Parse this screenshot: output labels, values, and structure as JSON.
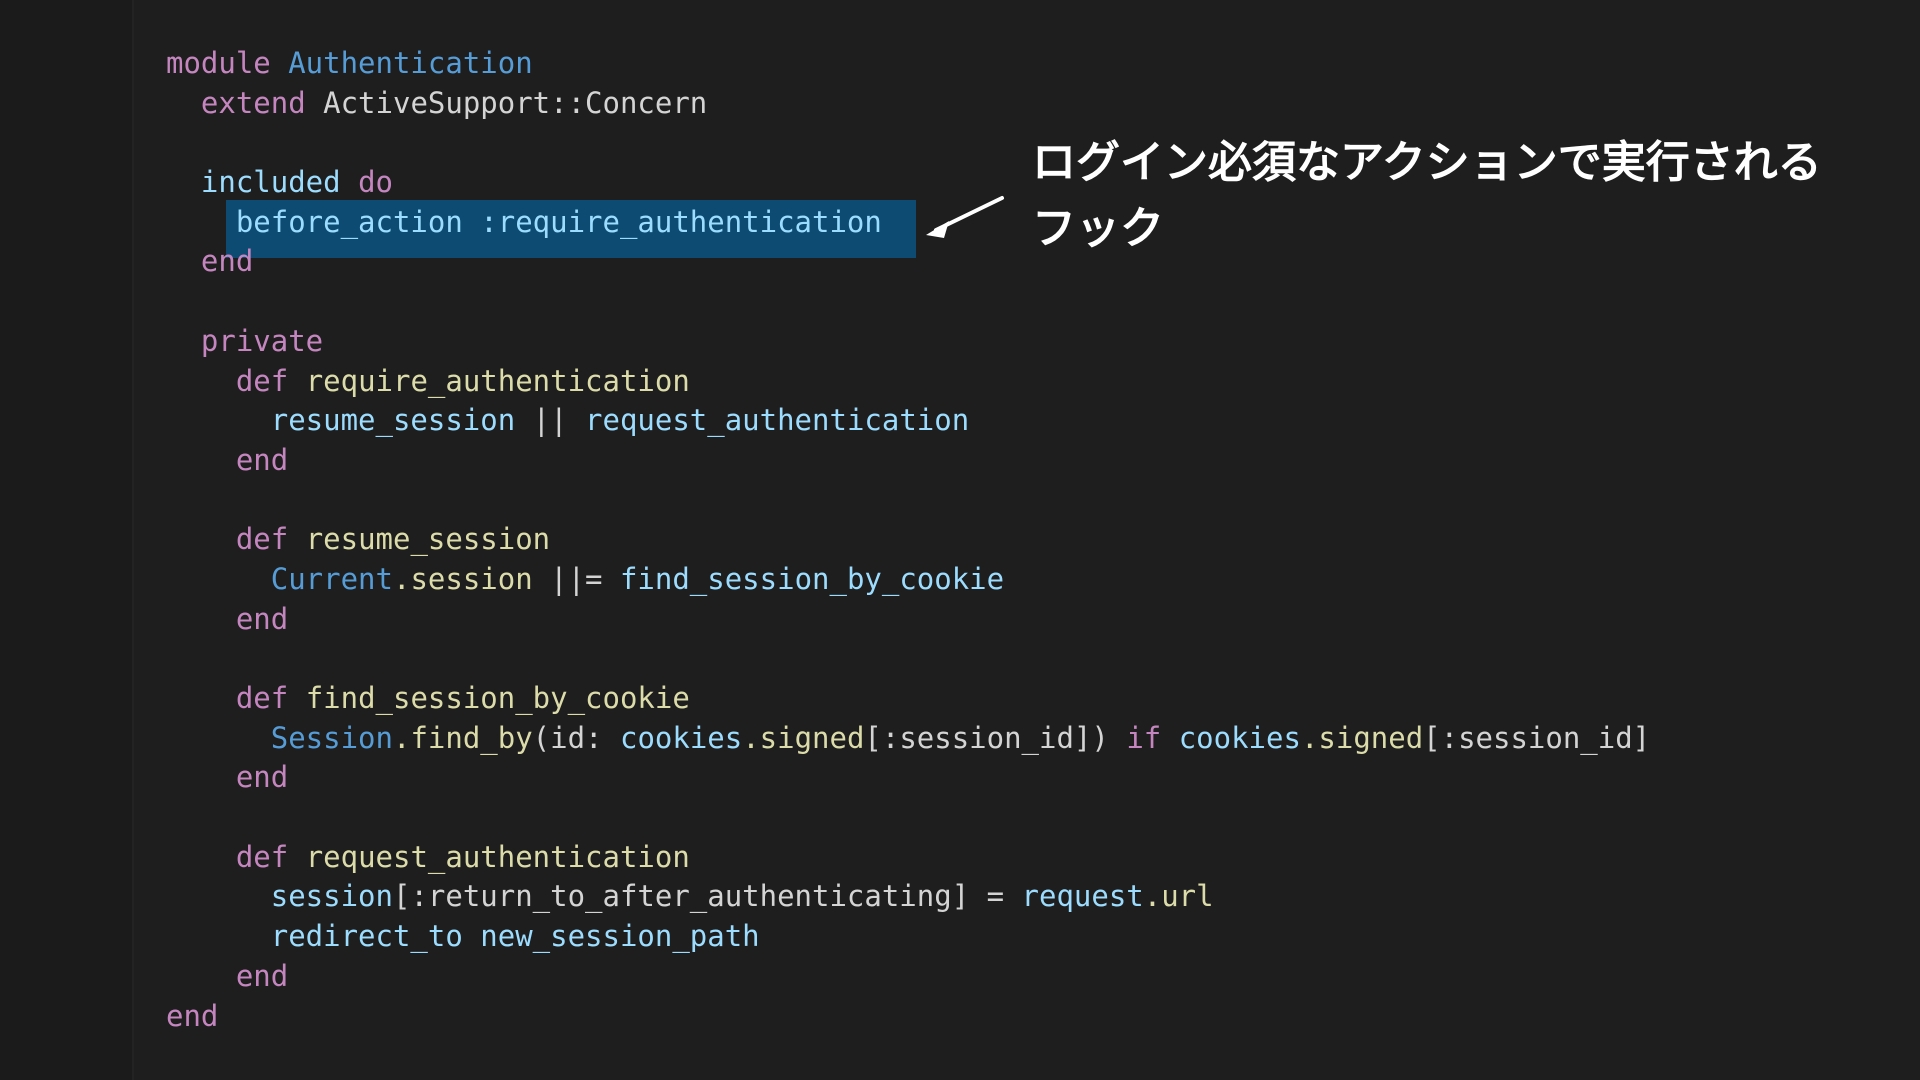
{
  "slide": {
    "code_lines": [
      [
        {
          "t": "module ",
          "c": "kw"
        },
        {
          "t": "Authentication",
          "c": "const"
        }
      ],
      [
        {
          "t": "  extend ",
          "c": "kw"
        },
        {
          "t": "ActiveSupport::Concern",
          "c": "plain"
        }
      ],
      [],
      [
        {
          "t": "  included ",
          "c": "var"
        },
        {
          "t": "do",
          "c": "kw"
        }
      ],
      [
        {
          "t": "    before_action ",
          "c": "var"
        },
        {
          "t": ":require_authentication",
          "c": "var"
        }
      ],
      [
        {
          "t": "  end",
          "c": "kw"
        }
      ],
      [],
      [
        {
          "t": "  private",
          "c": "kw"
        }
      ],
      [
        {
          "t": "    def ",
          "c": "kw"
        },
        {
          "t": "require_authentication",
          "c": "def"
        }
      ],
      [
        {
          "t": "      resume_session ",
          "c": "var"
        },
        {
          "t": "|| ",
          "c": "plain"
        },
        {
          "t": "request_authentication",
          "c": "var"
        }
      ],
      [
        {
          "t": "    end",
          "c": "kw"
        }
      ],
      [],
      [
        {
          "t": "    def ",
          "c": "kw"
        },
        {
          "t": "resume_session",
          "c": "def"
        }
      ],
      [
        {
          "t": "      Current",
          "c": "const"
        },
        {
          "t": ".session ",
          "c": "def"
        },
        {
          "t": "||= ",
          "c": "plain"
        },
        {
          "t": "find_session_by_cookie",
          "c": "var"
        }
      ],
      [
        {
          "t": "    end",
          "c": "kw"
        }
      ],
      [],
      [
        {
          "t": "    def ",
          "c": "kw"
        },
        {
          "t": "find_session_by_cookie",
          "c": "def"
        }
      ],
      [
        {
          "t": "      Session",
          "c": "const"
        },
        {
          "t": ".find_by",
          "c": "def"
        },
        {
          "t": "(id: ",
          "c": "plain"
        },
        {
          "t": "cookies",
          "c": "var"
        },
        {
          "t": ".signed",
          "c": "def"
        },
        {
          "t": "[:session_id]) ",
          "c": "plain"
        },
        {
          "t": "if ",
          "c": "kw"
        },
        {
          "t": "cookies",
          "c": "var"
        },
        {
          "t": ".signed",
          "c": "def"
        },
        {
          "t": "[:session_id]",
          "c": "plain"
        }
      ],
      [
        {
          "t": "    end",
          "c": "kw"
        }
      ],
      [],
      [
        {
          "t": "    def ",
          "c": "kw"
        },
        {
          "t": "request_authentication",
          "c": "def"
        }
      ],
      [
        {
          "t": "      session",
          "c": "var"
        },
        {
          "t": "[:return_to_after_authenticating] = ",
          "c": "plain"
        },
        {
          "t": "request",
          "c": "var"
        },
        {
          "t": ".url",
          "c": "def"
        }
      ],
      [
        {
          "t": "      redirect_to ",
          "c": "var"
        },
        {
          "t": "new_session_path",
          "c": "var"
        }
      ],
      [
        {
          "t": "    end",
          "c": "kw"
        }
      ],
      [
        {
          "t": "end",
          "c": "kw"
        }
      ]
    ],
    "annotation_text": "ログイン必須なアクションで実行される\nフック",
    "colors": {
      "background": "#1e1e1e",
      "highlight": "#0d4b73",
      "keyword": "#c586c0",
      "constant": "#569cd6",
      "method": "#dcdcaa",
      "variable": "#9cdcfe",
      "plain": "#d4d4d4",
      "annotation": "#ffffff"
    },
    "icons": {
      "annotation_arrow": "arrow-left-down-icon"
    }
  }
}
